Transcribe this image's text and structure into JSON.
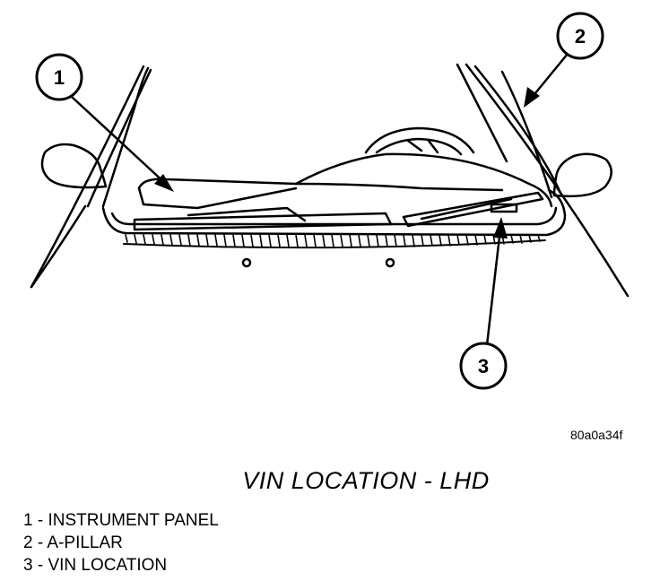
{
  "callouts": [
    {
      "number": "1"
    },
    {
      "number": "2"
    },
    {
      "number": "3"
    }
  ],
  "figure_code": "80a0a34f",
  "title": "VIN LOCATION - LHD",
  "legend": [
    "1 - INSTRUMENT PANEL",
    "2 - A-PILLAR",
    "3 - VIN LOCATION"
  ]
}
